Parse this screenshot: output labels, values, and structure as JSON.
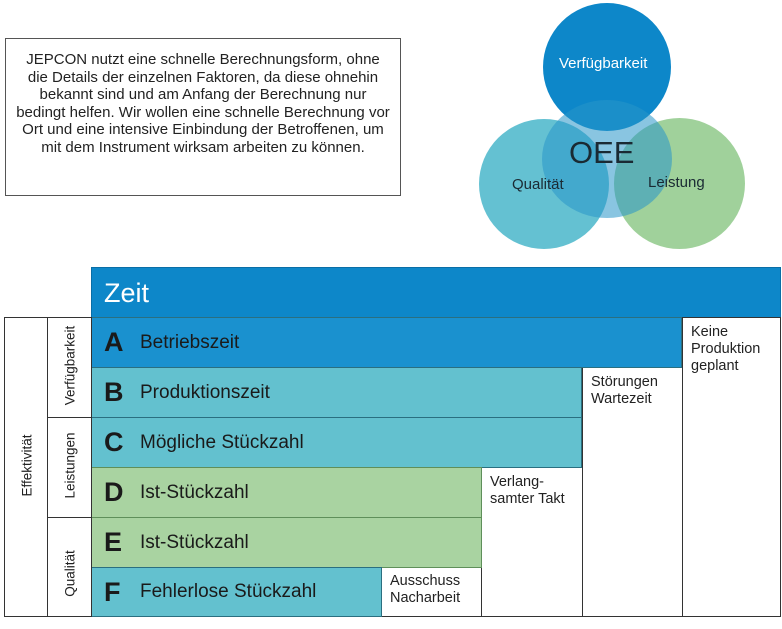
{
  "intro_text": "JEPCON nutzt eine schnelle Berechnungsform, ohne die Details der einzelnen Faktoren, da diese ohnehin bekannt sind und am Anfang der Berechnung nur bedingt helfen. Wir wollen eine schnelle Berechnung vor Ort und eine intensive Einbindung der Betroffenen, um mit dem Instrument wirksam arbeiten zu können.",
  "venn": {
    "center_label": "OEE",
    "circles": [
      {
        "label": "Verfügbarkeit",
        "color": "#0d87c9"
      },
      {
        "label": "Qualität",
        "color": "#4fb8cc"
      },
      {
        "label": "Leistung",
        "color": "#8fc98a"
      }
    ]
  },
  "header_label": "Zeit",
  "bars": [
    {
      "letter": "A",
      "label": "Betriebszeit",
      "color": "#1a91cf"
    },
    {
      "letter": "B",
      "label": "Produktionszeit",
      "color": "#63c1cf"
    },
    {
      "letter": "C",
      "label": "Mögliche Stückzahl",
      "color": "#63c1cf"
    },
    {
      "letter": "D",
      "label": "Ist-Stückzahl",
      "color": "#a9d3a1"
    },
    {
      "letter": "E",
      "label": "Ist-Stückzahl",
      "color": "#a9d3a1"
    },
    {
      "letter": "F",
      "label": "Fehlerlose Stückzahl",
      "color": "#63c1cf"
    }
  ],
  "losses": {
    "keine_produktion": "Keine Produktion geplant",
    "stoerungen": "Störungen Wartezeit",
    "verlangsamt": "Verlang- samter Takt",
    "ausschuss": "Ausschuss Nacharbeit"
  },
  "side_labels": {
    "effektivitaet": "Effektivität",
    "verfuegbarkeit": "Verfügbarkeit",
    "leistungen": "Leistungen",
    "qualitaet": "Qualität"
  }
}
